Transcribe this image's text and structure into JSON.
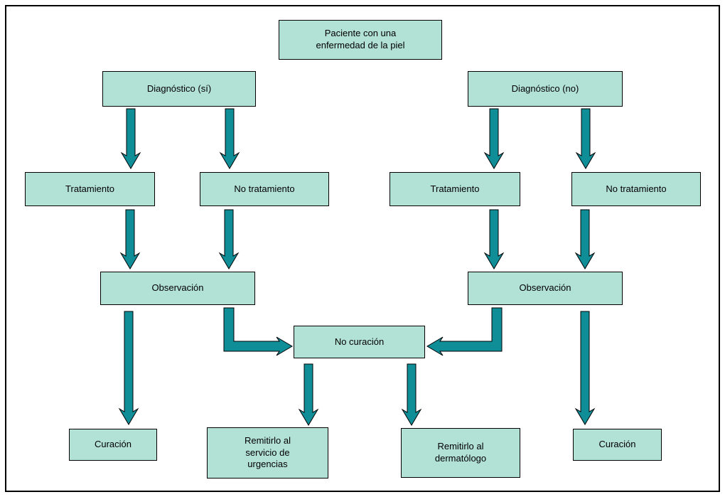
{
  "colors": {
    "background": "#ffffff",
    "outer_border": "#000000",
    "box_fill": "#b2e1d5",
    "box_border": "#000000",
    "arrow_fill": "#0f8e98"
  },
  "nodes": {
    "paciente": {
      "label": "Paciente con una\nenfermedad de la piel"
    },
    "diagnostico_si": {
      "label": "Diagnóstico (sí)"
    },
    "diagnostico_no": {
      "label": "Diagnóstico (no)"
    },
    "tratamiento_izq": {
      "label": "Tratamiento"
    },
    "no_tratamiento_izq": {
      "label": "No tratamiento"
    },
    "tratamiento_der": {
      "label": "Tratamiento"
    },
    "no_tratamiento_der": {
      "label": "No tratamiento"
    },
    "observacion_izq": {
      "label": "Observación"
    },
    "observacion_der": {
      "label": "Observación"
    },
    "no_curacion": {
      "label": "No curación"
    },
    "curacion_izq": {
      "label": "Curación"
    },
    "remitirlo_urgencias": {
      "label": "Remitirlo al\nservicio de\nurgencias"
    },
    "remitirlo_dermatologo": {
      "label": "Remitirlo al\ndermatólogo"
    },
    "curacion_der": {
      "label": "Curación"
    }
  }
}
